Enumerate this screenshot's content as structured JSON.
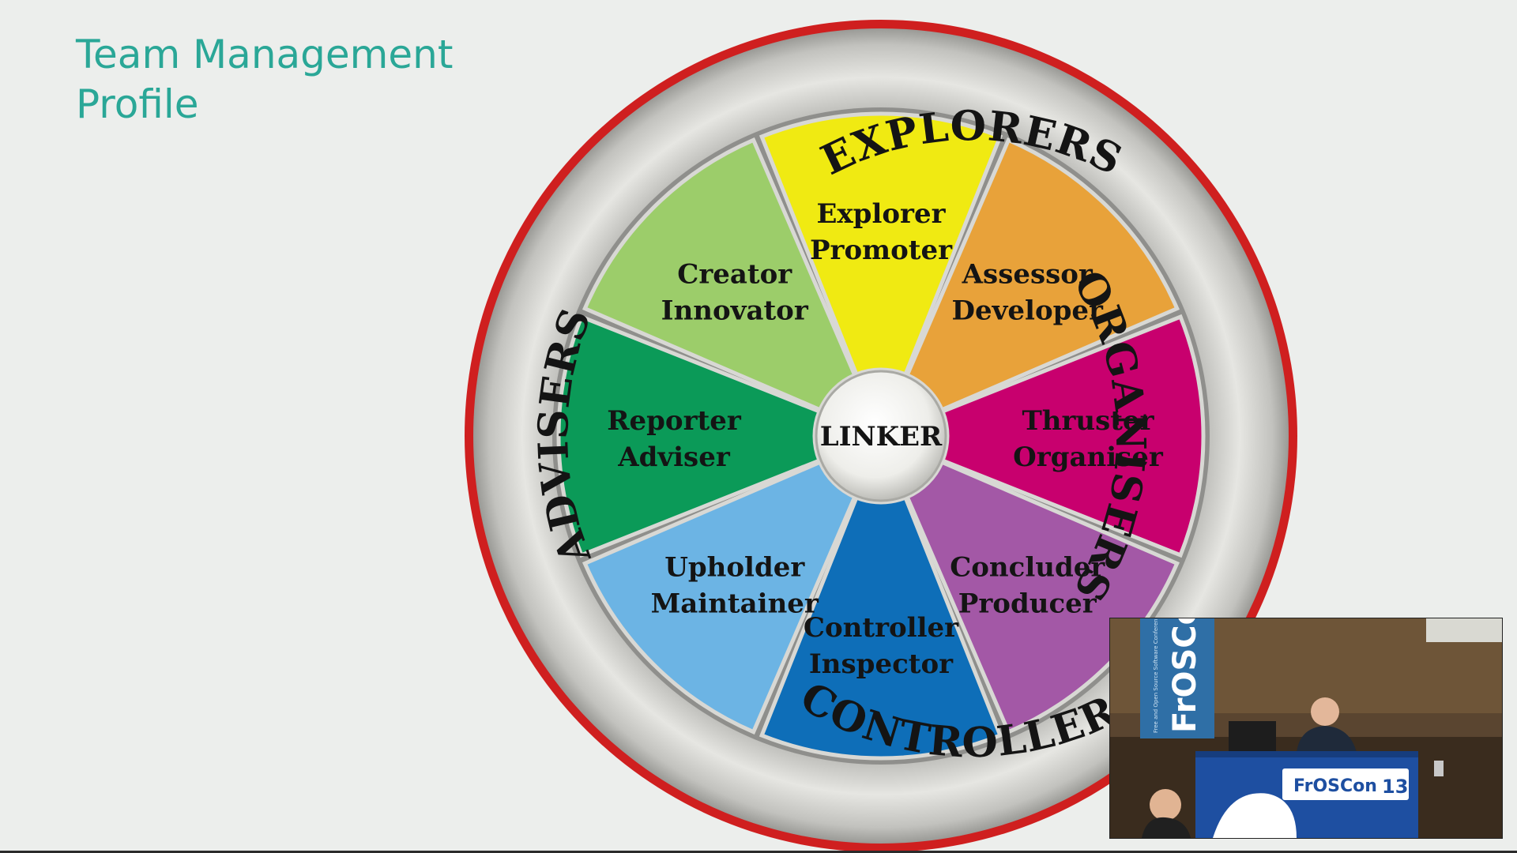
{
  "slide": {
    "title_line1": "Team Management",
    "title_line2": "Profile"
  },
  "wheel": {
    "center_label": "LINKER",
    "ring_labels": {
      "top": "EXPLORERS",
      "right": "ORGANISERS",
      "bottom": "CONTROLLERS",
      "left": "ADVISERS"
    },
    "segments": [
      {
        "line1": "Explorer",
        "line2": "Promoter",
        "color": "#f0ea12"
      },
      {
        "line1": "Assessor",
        "line2": "Developer",
        "color": "#e8a23a"
      },
      {
        "line1": "Thruster",
        "line2": "Organiser",
        "color": "#c8006e"
      },
      {
        "line1": "Concluder",
        "line2": "Producer",
        "color": "#a358a6"
      },
      {
        "line1": "Controller",
        "line2": "Inspector",
        "color": "#0e6eb8"
      },
      {
        "line1": "Upholder",
        "line2": "Maintainer",
        "color": "#6cb4e4"
      },
      {
        "line1": "Reporter",
        "line2": "Adviser",
        "color": "#0b9a58"
      },
      {
        "line1": "Creator",
        "line2": "Innovator",
        "color": "#9ccd6a"
      }
    ],
    "rim_color": "#cf1f1f"
  },
  "video": {
    "banner_text": "FrOSCon",
    "banner_number": "13",
    "side_banner_text": "FrOSCon",
    "side_banner_subtext": "Free and Open Source Software Conference"
  }
}
